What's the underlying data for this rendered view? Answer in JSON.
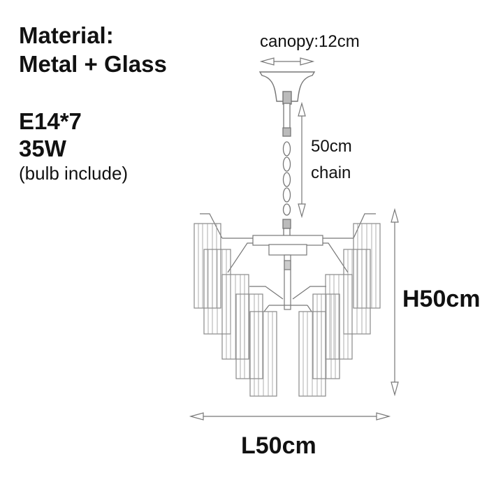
{
  "specs": {
    "material_label": "Material:",
    "material_value": "Metal + Glass",
    "bulb_type": "E14*7",
    "wattage": "35W",
    "bulb_note": "(bulb include)"
  },
  "dimensions": {
    "canopy": "canopy:12cm",
    "chain_length": "50cm",
    "chain_label": "chain",
    "height": "H50cm",
    "length": "L50cm"
  },
  "colors": {
    "text": "#111111",
    "line": "#777777",
    "background": "#ffffff"
  }
}
